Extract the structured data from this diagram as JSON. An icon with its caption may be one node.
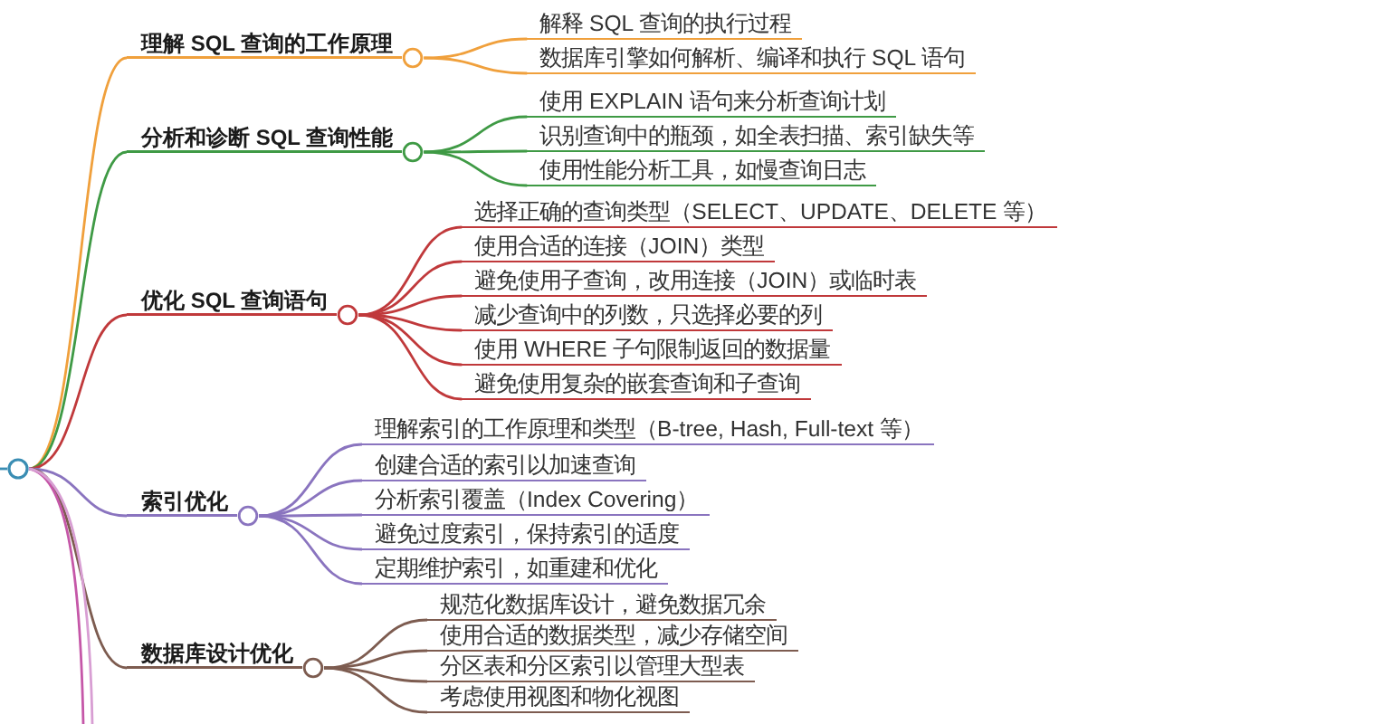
{
  "diagram": {
    "nodes": [
      {
        "text": [],
        "shape": "circle"
      },
      {
        "text": [
          "理解 SQL 查询的工作原理"
        ]
      },
      {
        "text": [
          "解释 SQL 查询的执行过程"
        ]
      },
      {
        "text": [
          "数据库引擎如何解析、编译和执行 SQL 语句"
        ]
      },
      {
        "text": [
          "分析和诊断 SQL 查询性能"
        ]
      },
      {
        "text": [
          "使用 EXPLAIN 语句来分析查询计划"
        ]
      },
      {
        "text": [
          "识别查询中的瓶颈，如全表扫描、索引缺失等"
        ]
      },
      {
        "text": [
          "使用性能分析工具，如慢查询日志"
        ]
      },
      {
        "text": [
          "优化 SQL 查询语句"
        ]
      },
      {
        "text": [
          "选择正确的查询类型（SELECT、UPDATE、DELETE 等）"
        ]
      },
      {
        "text": [
          "使用合适的连接（JOIN）类型"
        ]
      },
      {
        "text": [
          "避免使用子查询，改用连接（JOIN）或临时表"
        ]
      },
      {
        "text": [
          "减少查询中的列数，只选择必要的列"
        ]
      },
      {
        "text": [
          "使用 WHERE 子句限制返回的数据量"
        ]
      },
      {
        "text": [
          "避免使用复杂的嵌套查询和子查询"
        ]
      },
      {
        "text": [
          "索引优化"
        ]
      },
      {
        "text": [
          "理解索引的工作原理和类型（B-tree, Hash, Full-text 等）"
        ]
      },
      {
        "text": [
          "创建合适的索引以加速查询"
        ]
      },
      {
        "text": [
          "分析索引覆盖（Index Covering）"
        ]
      },
      {
        "text": [
          "避免过度索引，保持索引的适度"
        ]
      },
      {
        "text": [
          "定期维护索引，如重建和优化"
        ]
      },
      {
        "text": [
          "数据库设计优化"
        ]
      },
      {
        "text": [
          "规范化数据库设计，避免数据冗余"
        ]
      },
      {
        "text": [
          "使用合适的数据类型，减少存储空间"
        ]
      },
      {
        "text": [
          "分区表和分区索引以管理大型表"
        ]
      },
      {
        "text": [
          "考虑使用视图和物化视图"
        ]
      }
    ],
    "edges": [
      {
        "from": 0,
        "to": 1,
        "arrow": "none",
        "color": "#f0a03c"
      },
      {
        "from": 1,
        "to": 2,
        "arrow": "none",
        "color": "#f0a03c"
      },
      {
        "from": 1,
        "to": 3,
        "arrow": "none",
        "color": "#f0a03c"
      },
      {
        "from": 0,
        "to": 4,
        "arrow": "none",
        "color": "#3f9a45"
      },
      {
        "from": 4,
        "to": 5,
        "arrow": "none",
        "color": "#3f9a45"
      },
      {
        "from": 4,
        "to": 6,
        "arrow": "none",
        "color": "#3f9a45"
      },
      {
        "from": 4,
        "to": 7,
        "arrow": "none",
        "color": "#3f9a45"
      },
      {
        "from": 0,
        "to": 8,
        "arrow": "none",
        "color": "#c0393b"
      },
      {
        "from": 8,
        "to": 9,
        "arrow": "none",
        "color": "#c0393b"
      },
      {
        "from": 8,
        "to": 10,
        "arrow": "none",
        "color": "#c0393b"
      },
      {
        "from": 8,
        "to": 11,
        "arrow": "none",
        "color": "#c0393b"
      },
      {
        "from": 8,
        "to": 12,
        "arrow": "none",
        "color": "#c0393b"
      },
      {
        "from": 8,
        "to": 13,
        "arrow": "none",
        "color": "#c0393b"
      },
      {
        "from": 8,
        "to": 14,
        "arrow": "none",
        "color": "#c0393b"
      },
      {
        "from": 0,
        "to": 15,
        "arrow": "none",
        "color": "#8a74bf"
      },
      {
        "from": 15,
        "to": 16,
        "arrow": "none",
        "color": "#8a74bf"
      },
      {
        "from": 15,
        "to": 17,
        "arrow": "none",
        "color": "#8a74bf"
      },
      {
        "from": 15,
        "to": 18,
        "arrow": "none",
        "color": "#8a74bf"
      },
      {
        "from": 15,
        "to": 19,
        "arrow": "none",
        "color": "#8a74bf"
      },
      {
        "from": 15,
        "to": 20,
        "arrow": "none",
        "color": "#8a74bf"
      },
      {
        "from": 0,
        "to": 21,
        "arrow": "none",
        "color": "#7d5c50"
      },
      {
        "from": 21,
        "to": 22,
        "arrow": "none",
        "color": "#7d5c50"
      },
      {
        "from": 21,
        "to": 23,
        "arrow": "none",
        "color": "#7d5c50"
      },
      {
        "from": 21,
        "to": 24,
        "arrow": "none",
        "color": "#7d5c50"
      },
      {
        "from": 21,
        "to": 25,
        "arrow": "none",
        "color": "#7d5c50"
      },
      {
        "from": null,
        "to": 0,
        "arrow": "none",
        "color": "#3a8db3"
      },
      {
        "from": 0,
        "to": null,
        "arrow": "none",
        "color": "#c557a8"
      },
      {
        "from": 0,
        "to": null,
        "arrow": "none",
        "color": "#d89ed3"
      }
    ]
  }
}
